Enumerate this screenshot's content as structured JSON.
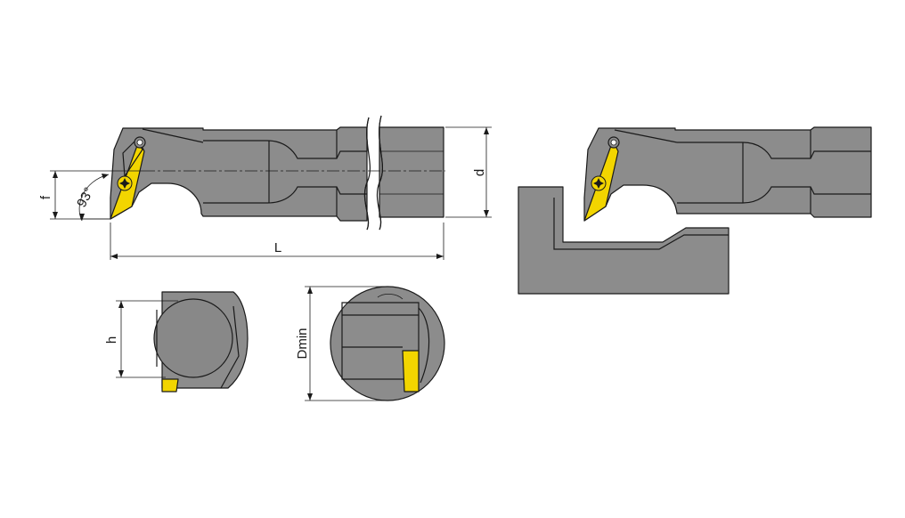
{
  "labels": {
    "f": "f",
    "angle": "93°",
    "d": "d",
    "L": "L",
    "h": "h",
    "dmin": "Dmin"
  },
  "colors": {
    "body": "#8c8c8c",
    "insert": "#f2d500",
    "outline": "#1a1a1a",
    "background": "#ffffff"
  }
}
